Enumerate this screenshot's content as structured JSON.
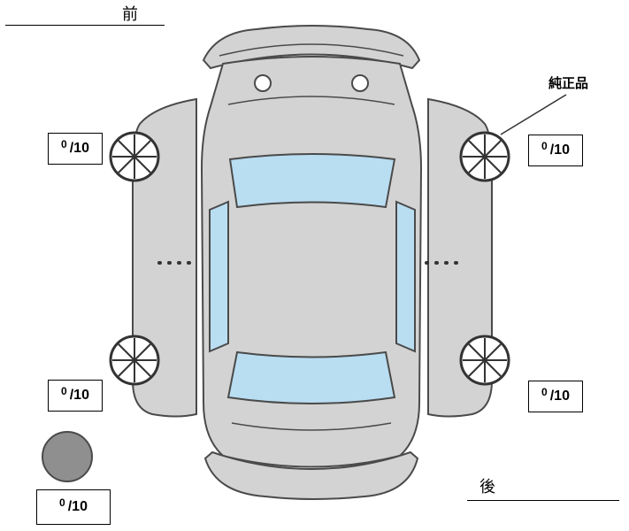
{
  "labels": {
    "front": "前",
    "rear": "後",
    "genuine_part": "純正品"
  },
  "tire_scores": {
    "front_left": {
      "numerator": "0",
      "denominator": "/10"
    },
    "front_right": {
      "numerator": "0",
      "denominator": "/10"
    },
    "rear_left": {
      "numerator": "0",
      "denominator": "/10"
    },
    "rear_right": {
      "numerator": "0",
      "denominator": "/10"
    },
    "spare": {
      "numerator": "0",
      "denominator": "/10"
    }
  },
  "colors": {
    "body": "#d3d3d3",
    "window": "#b9ddf1",
    "outline": "#4a4a4a",
    "wheel_stroke": "#333333",
    "spare_tire": "#8f8f8f"
  }
}
